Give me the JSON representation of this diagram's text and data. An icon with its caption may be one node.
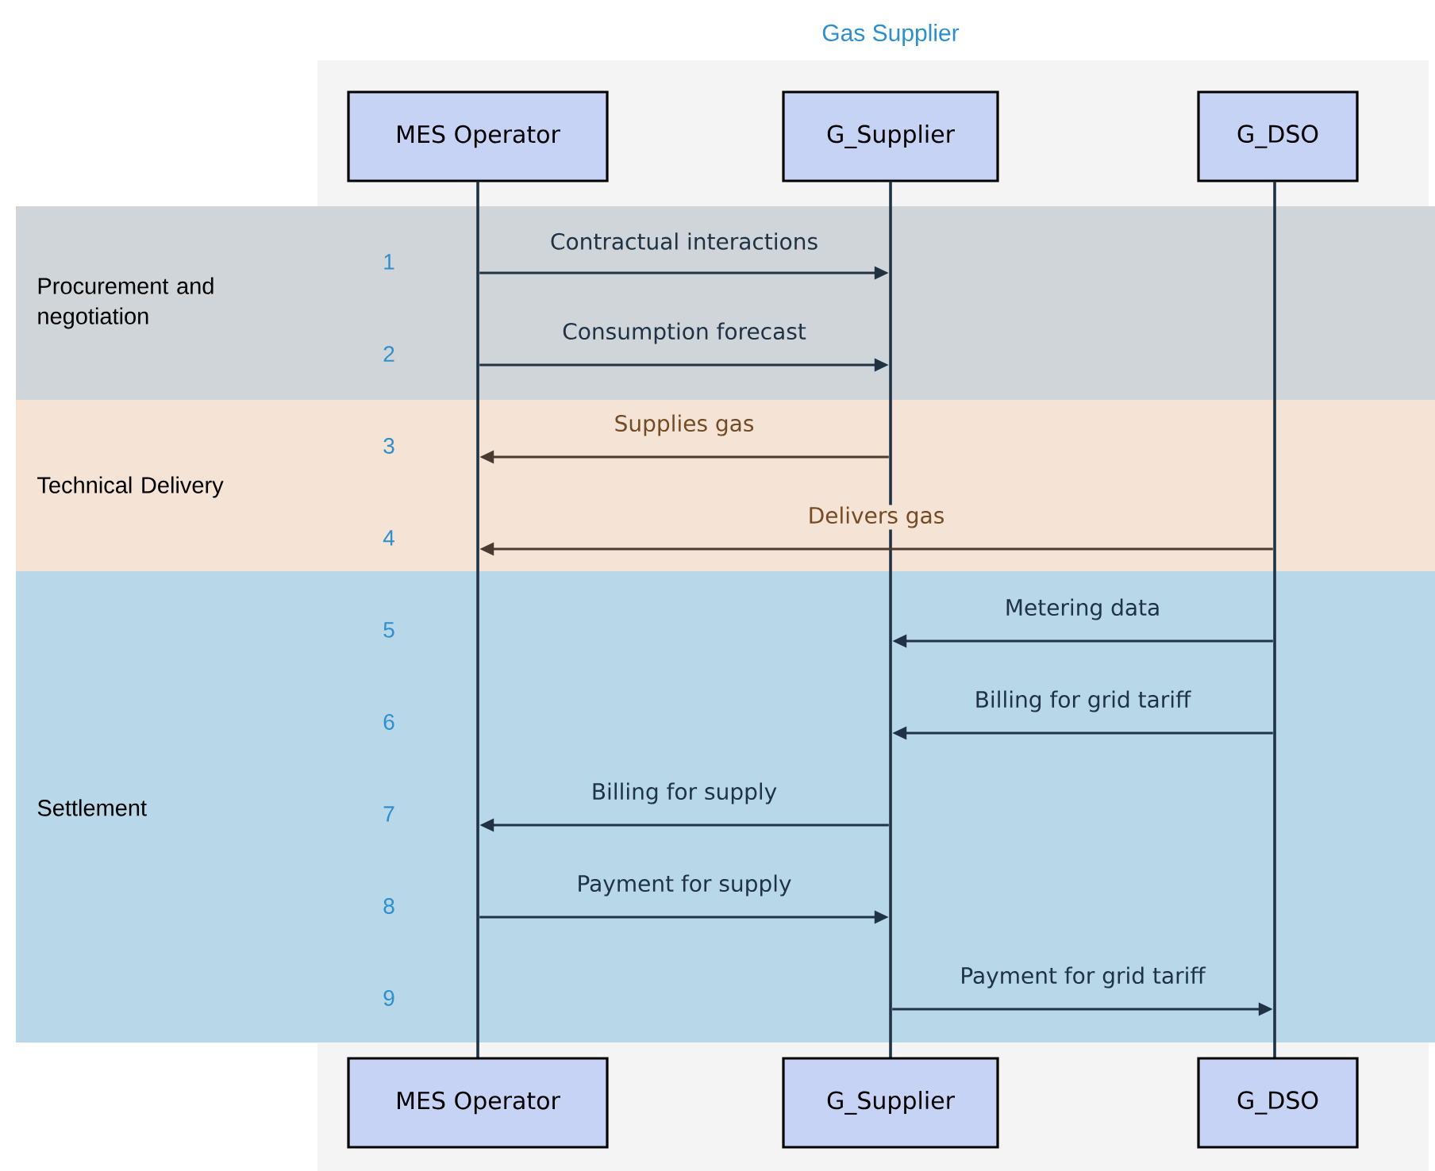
{
  "diagram": {
    "nodes": [
      {
        "text": [
          "MES Operator"
        ]
      },
      {
        "text": [
          "G_Supplier"
        ]
      },
      {
        "text": [
          "G_DSO"
        ]
      },
      {
        "text": [],
        "shape": "bar"
      },
      {
        "text": [],
        "shape": "bar"
      },
      {
        "text": [],
        "shape": "bar"
      },
      {
        "text": [
          "MES Operator"
        ]
      },
      {
        "text": [
          "G_Supplier"
        ]
      },
      {
        "text": [
          "G_DSO"
        ]
      }
    ],
    "edges": [
      {
        "from": 3,
        "to": 4,
        "arrow": "to",
        "label": "Contractual interactions"
      },
      {
        "from": 3,
        "to": 4,
        "arrow": "to",
        "label": "Consumption forecast"
      },
      {
        "from": 4,
        "to": 3,
        "arrow": "to",
        "label": "Supplies gas",
        "color": "#4a3a30"
      },
      {
        "from": 5,
        "to": 3,
        "arrow": "to",
        "label": "Delivers gas",
        "color": "#4a3a30"
      },
      {
        "from": 5,
        "to": 4,
        "arrow": "to",
        "label": "Metering data"
      },
      {
        "from": 5,
        "to": 4,
        "arrow": "to",
        "label": "Billing for grid tariff"
      },
      {
        "from": 4,
        "to": 3,
        "arrow": "to",
        "label": "Billing for supply"
      },
      {
        "from": 3,
        "to": 4,
        "arrow": "to",
        "label": "Payment for supply"
      },
      {
        "from": 4,
        "to": 5,
        "arrow": "to",
        "label": "Payment for grid tariff"
      }
    ],
    "labels": [
      "Gas Supplier",
      "Procurement and negotiation",
      "1",
      "2",
      "Technical Delivery",
      "3",
      "4",
      "5",
      "6",
      "Settlement",
      "7",
      "8",
      "9"
    ]
  }
}
